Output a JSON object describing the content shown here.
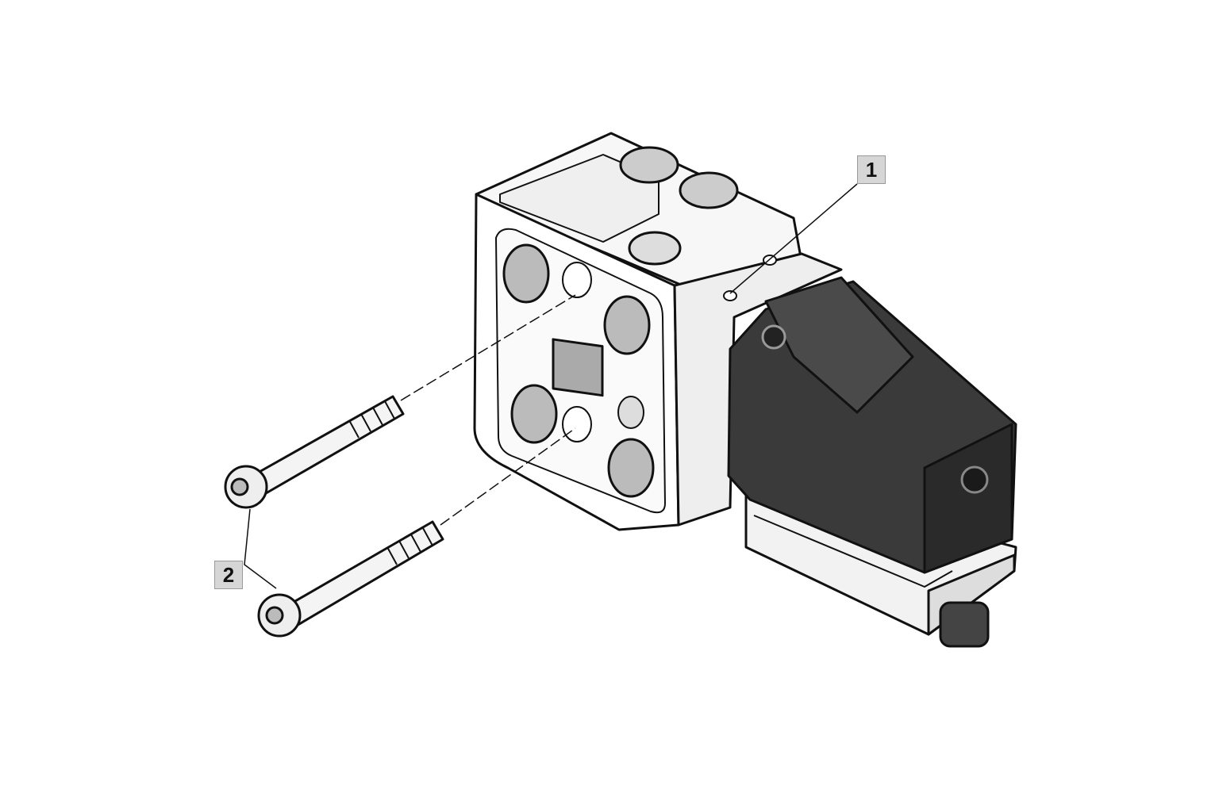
{
  "callouts": [
    {
      "number": "1",
      "target": "valve-block-port"
    },
    {
      "number": "2",
      "target": "mounting-screws"
    }
  ]
}
